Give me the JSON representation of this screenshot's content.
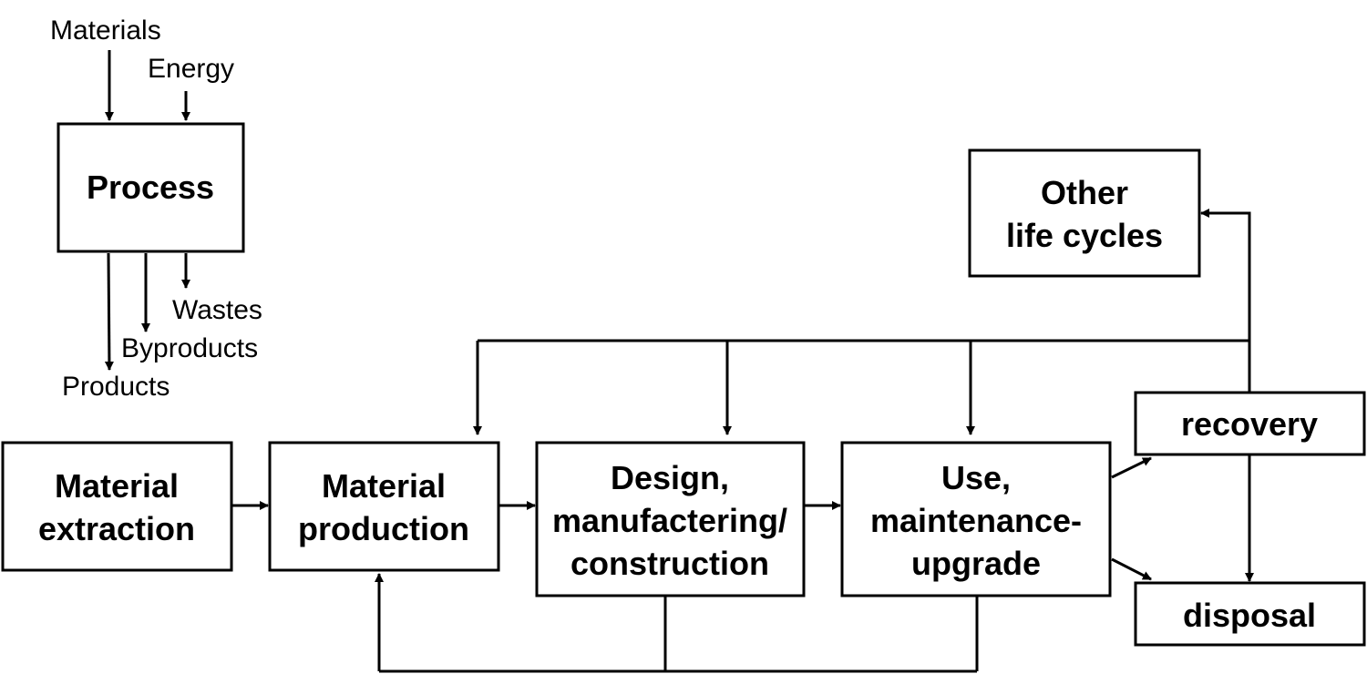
{
  "process": {
    "title": "Process",
    "inputs": [
      "Materials",
      "Energy"
    ],
    "outputs": [
      "Wastes",
      "Byproducts",
      "Products"
    ]
  },
  "stages": {
    "extraction": [
      "Material",
      "extraction"
    ],
    "production": [
      "Material",
      "production"
    ],
    "design": [
      "Design,",
      "manufactering/",
      "construction"
    ],
    "use": [
      "Use,",
      "maintenance-",
      "upgrade"
    ],
    "recovery": "recovery",
    "disposal": "disposal",
    "other": [
      "Other",
      "life cycles"
    ]
  }
}
